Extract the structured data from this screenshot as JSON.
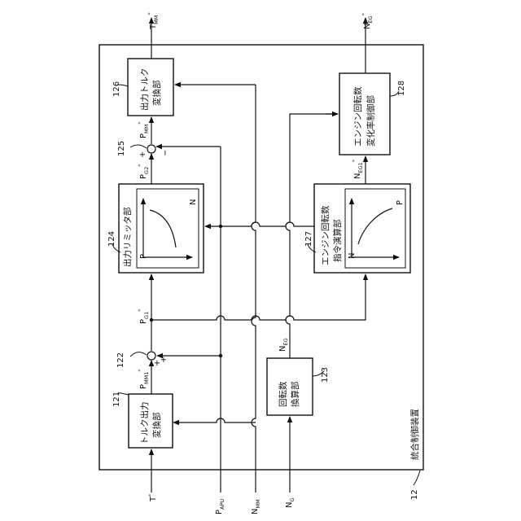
{
  "title_note": "",
  "device": {
    "ref": "12",
    "label": "統合制御装置"
  },
  "blocks": {
    "b121": {
      "ref": "121",
      "line1": "トルク出力",
      "line2": "変換部"
    },
    "b123": {
      "ref": "123",
      "line1": "回転数",
      "line2": "換算部"
    },
    "b124": {
      "ref": "124",
      "line1": "出力リミッタ部",
      "axis_n": "N",
      "axis_p": "P"
    },
    "b126": {
      "ref": "126",
      "line1": "出力トルク",
      "line2": "変換部"
    },
    "b127": {
      "ref": "127",
      "line1": "エンジン回転数",
      "line2": "指令演算部",
      "axis_n": "N",
      "axis_p": "P"
    },
    "b128": {
      "ref": "128",
      "line1": "エンジン回転数",
      "line2": "変化率制御部"
    }
  },
  "junctions": {
    "j122": {
      "ref": "122",
      "plus1": "+",
      "plus2": "+"
    },
    "j125": {
      "ref": "125",
      "plus": "+",
      "minus": "−"
    }
  },
  "signals": {
    "t_in": {
      "main": "T",
      "sup": "*",
      "sub": ""
    },
    "p_apu": {
      "main": "P",
      "sub": "APU"
    },
    "n_mm": {
      "main": "N",
      "sub": "MM"
    },
    "n_g": {
      "main": "N",
      "sub": "G"
    },
    "p_mm1": {
      "main": "P",
      "sub": "MM1",
      "sup": "*"
    },
    "p_g1": {
      "main": "P",
      "sub": "G1",
      "sup": "*"
    },
    "n_eg": {
      "main": "N",
      "sub": "EG"
    },
    "p_g2": {
      "main": "P",
      "sub": "G2",
      "sup": "*"
    },
    "p_mm": {
      "main": "P",
      "sub": "MM",
      "sup": "*"
    },
    "t_mm": {
      "main": "T",
      "sub": "MM",
      "sup": "*"
    },
    "n_eg1": {
      "main": "N",
      "sub": "EG1",
      "sup": "*"
    },
    "n_eg_out": {
      "main": "N",
      "sub": "EG",
      "sup": "*"
    }
  }
}
